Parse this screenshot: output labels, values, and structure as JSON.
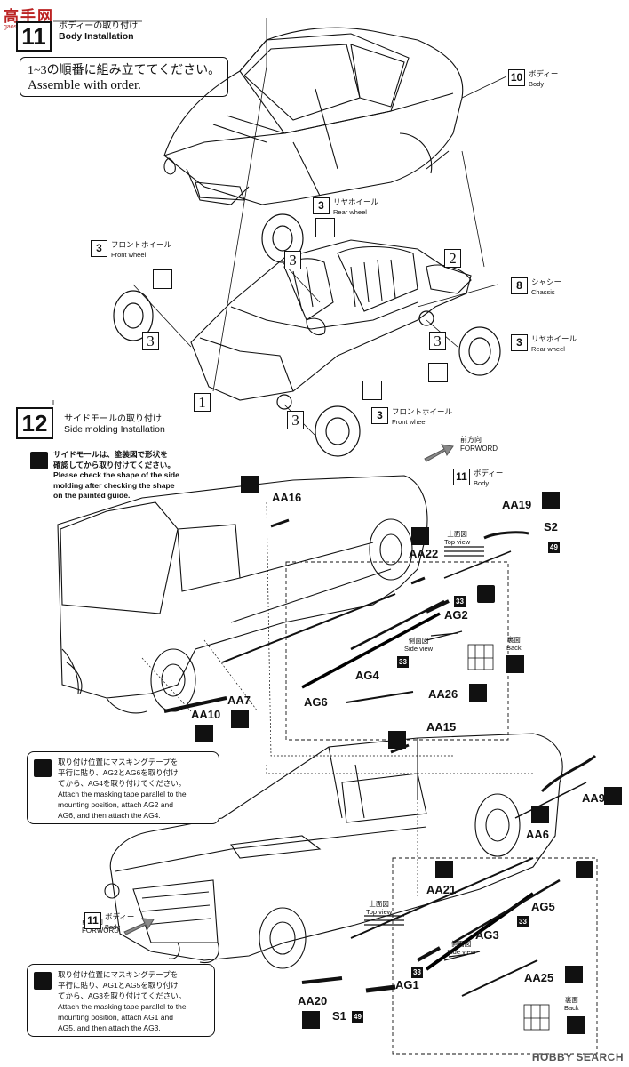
{
  "header_logo": {
    "text": "高手网",
    "subtext": "gaoshan.com"
  },
  "step11": {
    "number": "11",
    "title_jp": "ボディーの取り付け",
    "title_en": "Body Installation",
    "order_jp": "1~3の順番に組み立ててください。",
    "order_en": "Assemble with order."
  },
  "step11_callouts": {
    "body": {
      "num": "10",
      "jp": "ボディー",
      "en": "Body"
    },
    "rear_wheel_top": {
      "num": "3",
      "jp": "リヤホイール",
      "en": "Rear wheel"
    },
    "front_wheel_left": {
      "num": "3",
      "jp": "フロントホイール",
      "en": "Front wheel"
    },
    "chassis": {
      "num": "8",
      "jp": "シャシー",
      "en": "Chassis"
    },
    "rear_wheel_right": {
      "num": "3",
      "jp": "リヤホイール",
      "en": "Rear wheel"
    },
    "front_wheel_bottom": {
      "num": "3",
      "jp": "フロントホイール",
      "en": "Front wheel"
    }
  },
  "order_numbers": [
    "1",
    "2",
    "3",
    "3",
    "3",
    "3"
  ],
  "step12": {
    "number": "12",
    "title_jp": "サイドモールの取り付け",
    "title_en": "Side molding  Installation"
  },
  "note_side_molding": {
    "jp1": "サイドモールは、塗装図で形状を",
    "jp2": "確認してから取り付けてください。",
    "en1": "Please check the shape of the side",
    "en2": "molding after checking the shape",
    "en3": "on the painted guide."
  },
  "front_direction_top": {
    "jp": "前方向",
    "en": "FORWORD"
  },
  "front_direction_bottom": {
    "jp": "前方向",
    "en": "FORWORD"
  },
  "body_callout_upper": {
    "num": "11",
    "jp": "ボディー",
    "en": "Body"
  },
  "body_callout_lower": {
    "num": "11",
    "jp": "ボディー",
    "en": "Body"
  },
  "parts_upper": [
    "AA16",
    "AA19",
    "S2",
    "AA22",
    "AG2",
    "AG4",
    "AA26",
    "AG6",
    "AA10",
    "AA7"
  ],
  "parts_lower": [
    "AA15",
    "AA9",
    "AA6",
    "AA21",
    "AG5",
    "AG3",
    "AG1",
    "AA25",
    "AA20",
    "S1"
  ],
  "color_tags": {
    "tag33": "33",
    "tag49": "49"
  },
  "views": {
    "top_view_jp": "上面図",
    "top_view_en": "Top view",
    "side_view_jp": "側面図",
    "side_view_en": "Side view",
    "back_jp": "裏面",
    "back_en": "Back"
  },
  "note_upper": {
    "l1": "取り付け位置にマスキングテープを",
    "l2": "平行に貼り、AG2とAG6を取り付け",
    "l3": "てから、AG4を取り付けてください。",
    "l4": "Attach the masking tape parallel to the",
    "l5": "mounting position, attach AG2 and",
    "l6": "AG6, and then attach the AG4."
  },
  "note_lower": {
    "l1": "取り付け位置にマスキングテープを",
    "l2": "平行に貼り、AG1とAG5を取り付け",
    "l3": "てから、AG3を取り付けてください。",
    "l4": "Attach the masking tape parallel to the",
    "l5": "mounting position, attach AG1 and",
    "l6": "AG5, and then attach the AG3."
  },
  "watermark": "HOBBY SEARCH"
}
